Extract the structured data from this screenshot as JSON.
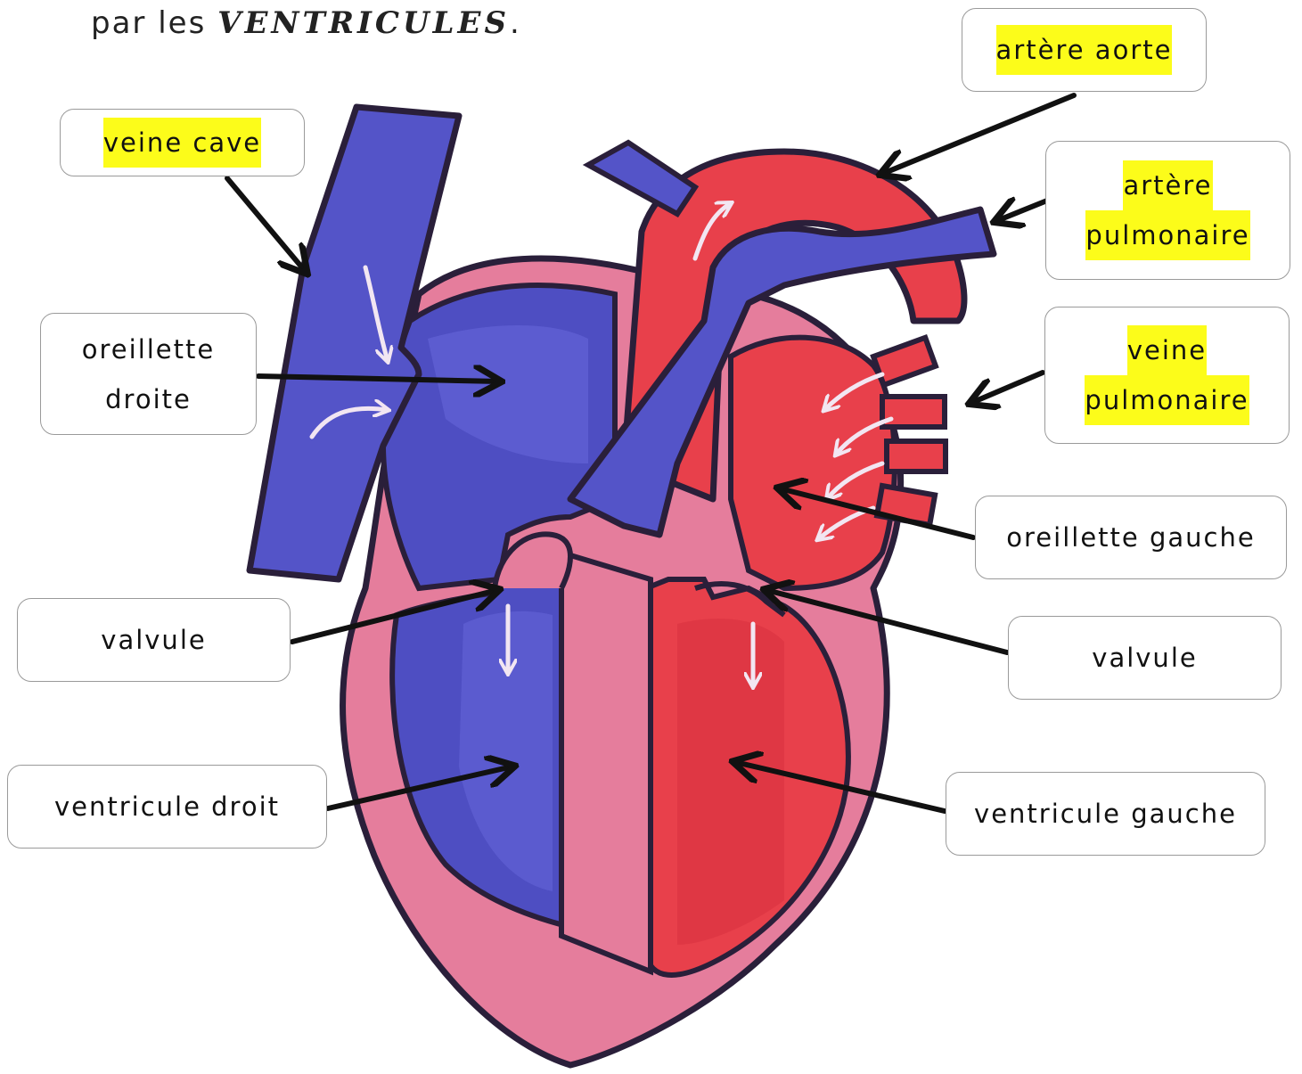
{
  "header": {
    "prefix": "par les ",
    "highlight": "VENTRICULES",
    "suffix": "."
  },
  "colors": {
    "venous_blue": "#5454c8",
    "arterial_red": "#e8404b",
    "heart_pink": "#e57d9c",
    "highlight": "#fcfc1a"
  },
  "labels": {
    "veine_cave": "veine cave",
    "artere_aorte": "artère aorte",
    "artere_pulmonaire_1": "artère",
    "artere_pulmonaire_2": "pulmonaire",
    "oreillette_droite_1": "oreillette",
    "oreillette_droite_2": "droite",
    "veine_pulmonaire_1": "veine",
    "veine_pulmonaire_2": "pulmonaire",
    "oreillette_gauche": "oreillette gauche",
    "valvule_left": "valvule",
    "valvule_right": "valvule",
    "ventricule_droit": "ventricule droit",
    "ventricule_gauche": "ventricule gauche"
  }
}
